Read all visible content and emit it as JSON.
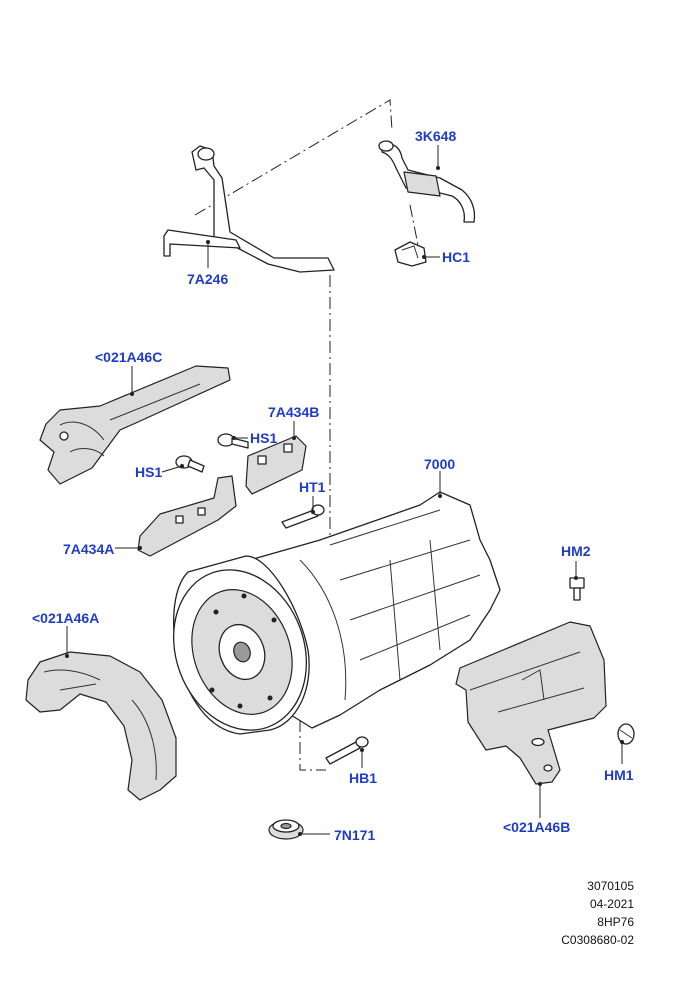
{
  "callouts": {
    "3K648": "3K648",
    "HC1": "HC1",
    "7A246": "7A246",
    "021A46C": "<021A46C",
    "7A434B": "7A434B",
    "HS1_upper": "HS1",
    "HS1_lower": "HS1",
    "7000": "7000",
    "HT1": "HT1",
    "7A434A": "7A434A",
    "HM2": "HM2",
    "021A46A": "<021A46A",
    "HB1": "HB1",
    "HM1": "HM1",
    "7N171": "7N171",
    "021A46B": "<021A46B"
  },
  "footer": {
    "line1": "3070105",
    "line2": "04-2021",
    "line3": "8HP76",
    "line4": "C0308680-02"
  },
  "colors": {
    "callout": "#1f3cc8",
    "line": "#222222",
    "shading": "#dcdcdc"
  }
}
